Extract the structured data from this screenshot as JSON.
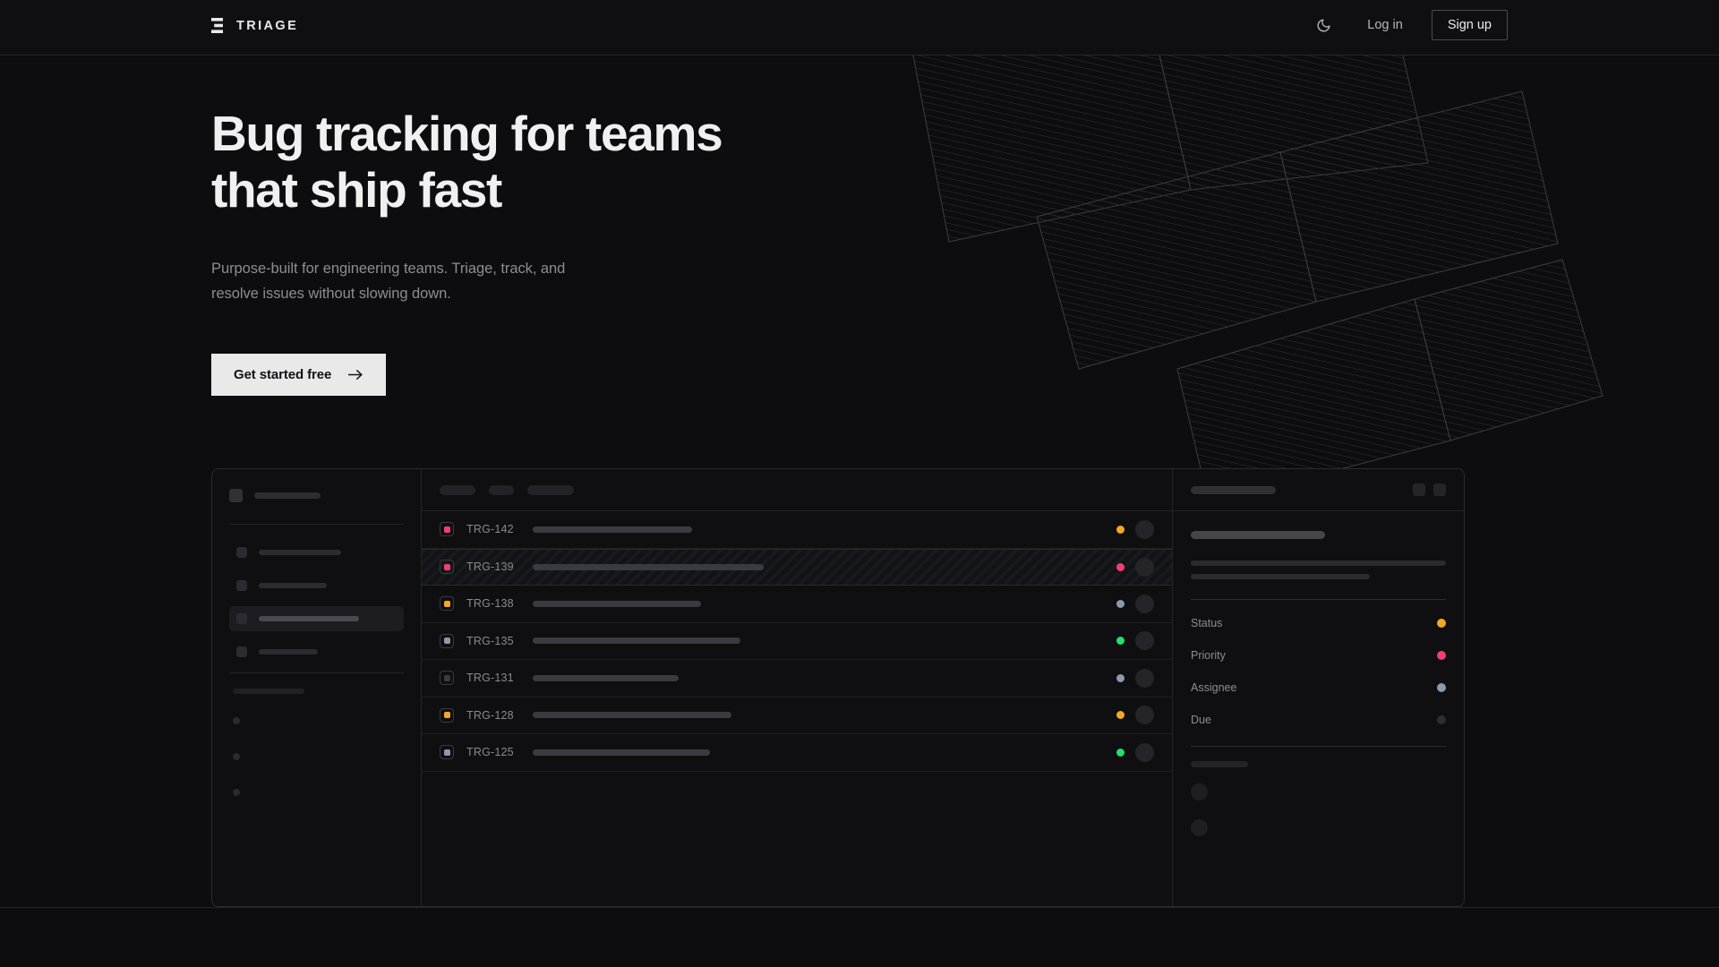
{
  "brand": {
    "name": "TRIAGE",
    "logo_icon": "triage-bars-icon"
  },
  "header": {
    "theme_toggle_icon": "moon-icon",
    "login_label": "Log in",
    "signup_label": "Sign up"
  },
  "hero": {
    "headline": "Bug tracking for teams\nthat ship fast",
    "subheadline": "Purpose-built for engineering teams. Triage, track, and\nresolve issues without slowing down.",
    "cta_label": "Get started free",
    "cta_icon": "arrow-right-icon"
  },
  "colors": {
    "page_bg": "#0d0d0f",
    "header_bg": "#0f0f11",
    "border": "#2b2b30",
    "text_primary": "#f0f0f1",
    "text_muted": "#8d8d92",
    "cta_bg": "#e9e9ea",
    "status_orange": "#f5a623",
    "status_pink": "#f43f6e",
    "status_slate": "#8b9aaf",
    "status_green": "#22e06b",
    "status_grey": "#3a3a40"
  },
  "mockup": {
    "sidebar": {
      "header_placeholder_width": 74,
      "nav_items": [
        {
          "label_width": 92,
          "active": false
        },
        {
          "label_width": 76,
          "active": false
        },
        {
          "label_width": 112,
          "active": true
        },
        {
          "label_width": 66,
          "active": false
        }
      ],
      "section_label_width": 80,
      "mini_items": 3
    },
    "toolbar": {
      "pills": [
        40,
        28,
        52
      ]
    },
    "list": {
      "rows": [
        {
          "id": "TRG-142",
          "priority_color": "#f43f6e",
          "title_width": 178,
          "status_color": "#f5a623",
          "selected": false
        },
        {
          "id": "TRG-139",
          "priority_color": "#f43f6e",
          "title_width": 258,
          "status_color": "#f43f6e",
          "selected": true
        },
        {
          "id": "TRG-138",
          "priority_color": "#f5a623",
          "title_width": 188,
          "status_color": "#8b9aaf",
          "selected": false
        },
        {
          "id": "TRG-135",
          "priority_color": "#8b9aaf",
          "title_width": 232,
          "status_color": "#22e06b",
          "selected": false
        },
        {
          "id": "TRG-131",
          "priority_color": "#3a3a40",
          "title_width": 163,
          "status_color": "#8b9aaf",
          "selected": false
        },
        {
          "id": "TRG-128",
          "priority_color": "#f5a623",
          "title_width": 222,
          "status_color": "#f5a623",
          "selected": false
        },
        {
          "id": "TRG-125",
          "priority_color": "#8b9aaf",
          "title_width": 198,
          "status_color": "#22e06b",
          "selected": false
        }
      ]
    },
    "detail": {
      "title_placeholder_width": 95,
      "action_buttons": 2,
      "heading_placeholder_width": 150,
      "body_lines": [
        285,
        200
      ],
      "fields": [
        {
          "key": "Status",
          "value_color": "#f5a623"
        },
        {
          "key": "Priority",
          "value_color": "#f43f6e"
        },
        {
          "key": "Assignee",
          "value_color": "#8b9aaf"
        },
        {
          "key": "Due",
          "value_color": "#2d2d33"
        }
      ],
      "comment_label_width": 64,
      "comment_avatars": 2
    }
  }
}
